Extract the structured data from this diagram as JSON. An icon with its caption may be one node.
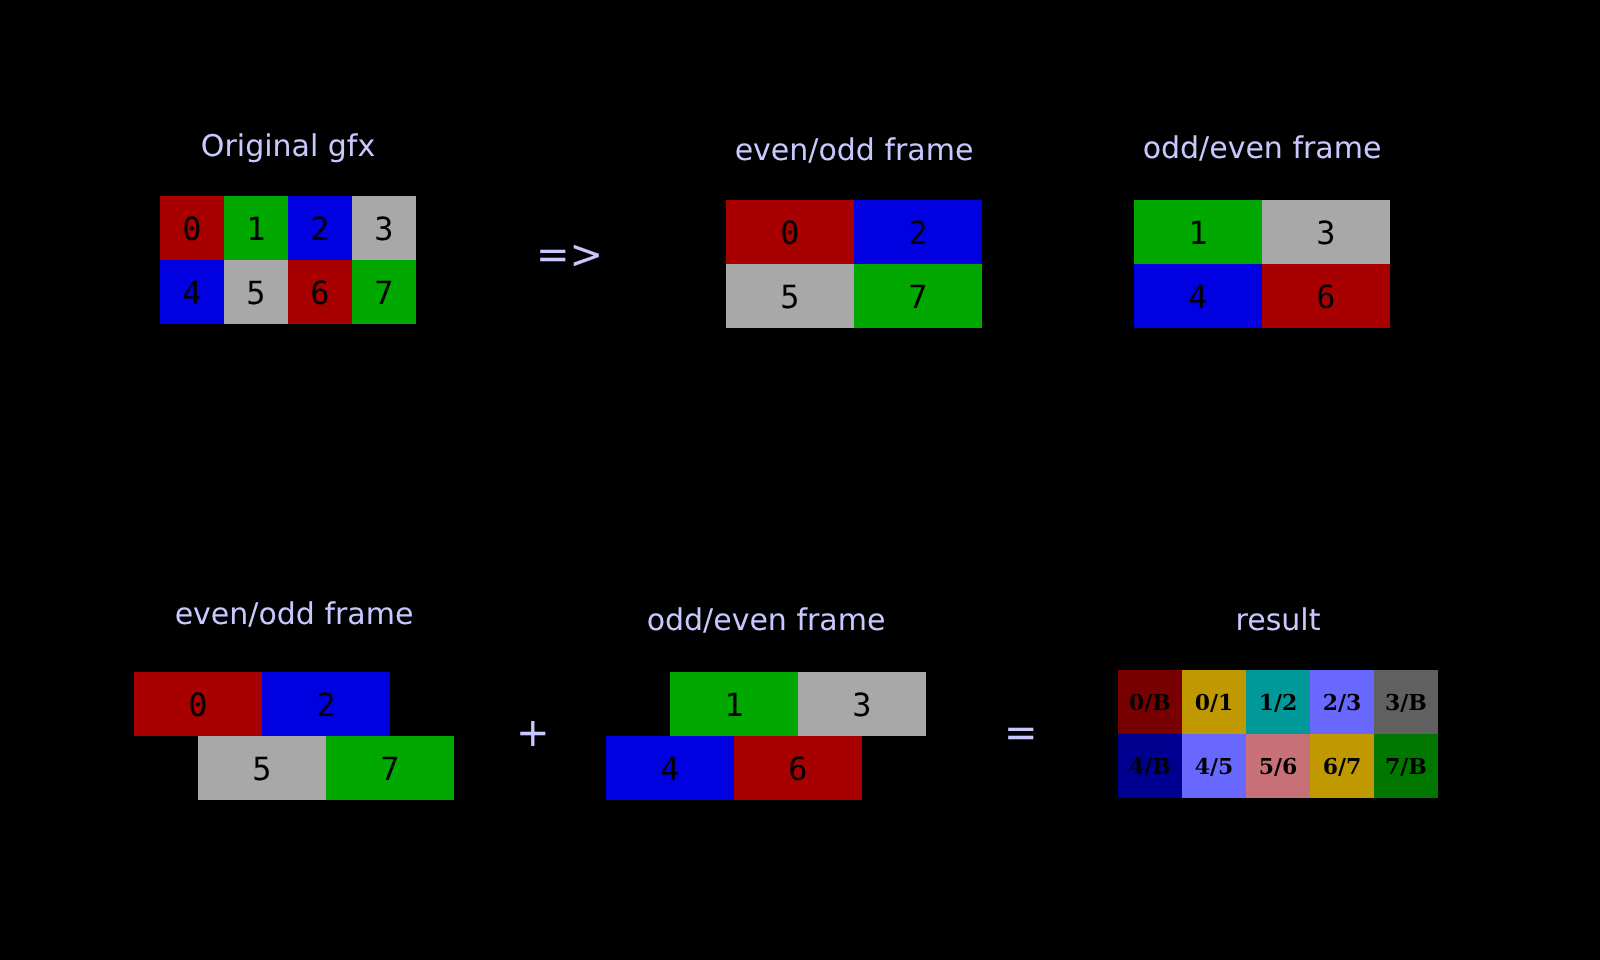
{
  "diagram": {
    "nodes": [
      {
        "text": [
          "Original gfx"
        ]
      },
      {
        "text": [
          "0"
        ],
        "in": 0
      },
      {
        "text": [
          "1"
        ],
        "in": 0
      },
      {
        "text": [
          "2"
        ],
        "in": 0
      },
      {
        "text": [
          "3"
        ],
        "in": 0
      },
      {
        "text": [
          "4"
        ],
        "in": 0
      },
      {
        "text": [
          "5"
        ],
        "in": 0
      },
      {
        "text": [
          "6"
        ],
        "in": 0
      },
      {
        "text": [
          "7"
        ],
        "in": 0
      },
      {
        "text": [
          "even/odd frame"
        ]
      },
      {
        "text": [
          "0"
        ],
        "in": 9
      },
      {
        "text": [
          "2"
        ],
        "in": 9
      },
      {
        "text": [
          "5"
        ],
        "in": 9
      },
      {
        "text": [
          "7"
        ],
        "in": 9
      },
      {
        "text": [
          "odd/even frame"
        ]
      },
      {
        "text": [
          "1"
        ],
        "in": 14
      },
      {
        "text": [
          "3"
        ],
        "in": 14
      },
      {
        "text": [
          "4"
        ],
        "in": 14
      },
      {
        "text": [
          "6"
        ],
        "in": 14
      },
      {
        "text": [
          "even/odd frame"
        ]
      },
      {
        "text": [
          "0"
        ],
        "in": 19
      },
      {
        "text": [
          "2"
        ],
        "in": 19
      },
      {
        "text": [
          "5"
        ],
        "in": 19
      },
      {
        "text": [
          "7"
        ],
        "in": 19
      },
      {
        "text": [
          "odd/even frame"
        ]
      },
      {
        "text": [
          "1"
        ],
        "in": 24
      },
      {
        "text": [
          "3"
        ],
        "in": 24
      },
      {
        "text": [
          "4"
        ],
        "in": 24
      },
      {
        "text": [
          "6"
        ],
        "in": 24
      },
      {
        "text": [
          "result"
        ]
      },
      {
        "text": [
          "0/B"
        ],
        "in": 29
      },
      {
        "text": [
          "0/1"
        ],
        "in": 29
      },
      {
        "text": [
          "1/2"
        ],
        "in": 29
      },
      {
        "text": [
          "2/3"
        ],
        "in": 29
      },
      {
        "text": [
          "3/B"
        ],
        "in": 29
      },
      {
        "text": [
          "4/B"
        ],
        "in": 29
      },
      {
        "text": [
          "4/5"
        ],
        "in": 29
      },
      {
        "text": [
          "5/6"
        ],
        "in": 29
      },
      {
        "text": [
          "6/7"
        ],
        "in": 29
      },
      {
        "text": [
          "7/B"
        ],
        "in": 29
      }
    ],
    "labels": [
      "=>",
      "+",
      "="
    ]
  }
}
